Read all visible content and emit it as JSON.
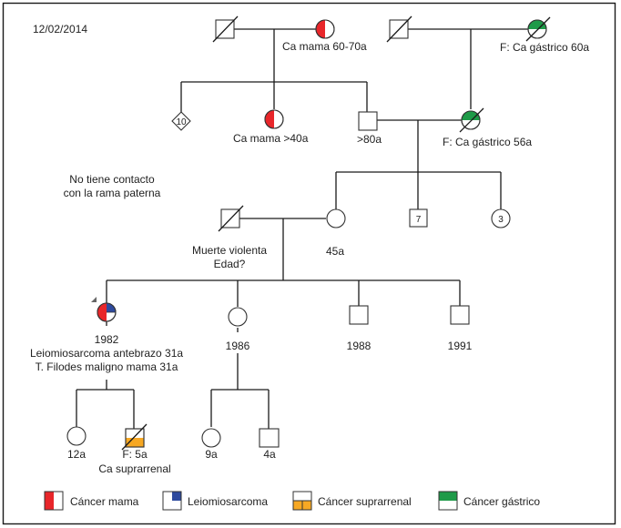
{
  "date": "12/02/2014",
  "colors": {
    "breast": "#e8262a",
    "leiomyosarcoma": "#2e4a9e",
    "adrenal": "#f7a823",
    "gastric": "#1e9a48"
  },
  "notes": {
    "paternal_line1": "No tiene contacto",
    "paternal_line2": "con la rama paterna"
  },
  "individuals": {
    "pgf": {
      "sex": "male",
      "deceased": true,
      "label": ""
    },
    "pgm": {
      "sex": "female",
      "condition": "breast",
      "label": "Ca mama 60-70a"
    },
    "mgf": {
      "sex": "male",
      "deceased": true,
      "label": ""
    },
    "mgm": {
      "sex": "female",
      "deceased": true,
      "condition": "gastric",
      "label": "F: Ca gástrico 60a"
    },
    "paternal_siblings": {
      "sex": "unknown",
      "count": "10"
    },
    "aunt": {
      "sex": "female",
      "condition": "breast",
      "label": "Ca mama >40a"
    },
    "gf": {
      "sex": "male",
      "label": ">80a"
    },
    "gm": {
      "sex": "female",
      "deceased": true,
      "condition": "gastric",
      "label": "F: Ca gástrico 56a"
    },
    "father": {
      "sex": "male",
      "deceased": true,
      "label1": "Muerte violenta",
      "label2": "Edad?"
    },
    "mother": {
      "sex": "female",
      "label": "45a"
    },
    "maternal_brothers": {
      "sex": "male",
      "count": "7"
    },
    "maternal_sisters": {
      "sex": "female",
      "count": "3"
    },
    "proband": {
      "sex": "female",
      "conditions": [
        "breast",
        "leiomyosarcoma"
      ],
      "label1": "1982",
      "label2": "Leiomiosarcoma antebrazo 31a",
      "label3": "T. Filodes maligno mama 31a"
    },
    "sister": {
      "sex": "female",
      "label": "1986"
    },
    "brother1": {
      "sex": "male",
      "label": "1988"
    },
    "brother2": {
      "sex": "male",
      "label": "1991"
    },
    "daughter": {
      "sex": "female",
      "label": "12a"
    },
    "son": {
      "sex": "male",
      "deceased": true,
      "condition": "adrenal",
      "label1": "F: 5a",
      "label2": "Ca suprarrenal"
    },
    "niece": {
      "sex": "female",
      "label": "9a"
    },
    "nephew": {
      "sex": "male",
      "label": "4a"
    }
  },
  "legend": [
    {
      "key": "breast",
      "label": "Cáncer mama"
    },
    {
      "key": "leiomyosarcoma",
      "label": "Leiomiosarcoma"
    },
    {
      "key": "adrenal",
      "label": "Cáncer suprarrenal"
    },
    {
      "key": "gastric",
      "label": "Cáncer gástrico"
    }
  ]
}
